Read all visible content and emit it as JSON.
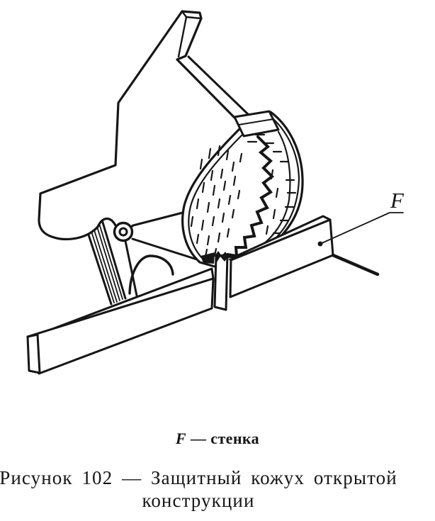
{
  "figure": {
    "blade_label": "F",
    "legend": {
      "symbol": "F",
      "text": "— стенка"
    },
    "caption": {
      "line1": "Рисунок 102 — Защитный кожух открытой",
      "line2": "конструкции"
    }
  },
  "colors": {
    "ink": "#161616",
    "paper": "#ffffff"
  }
}
